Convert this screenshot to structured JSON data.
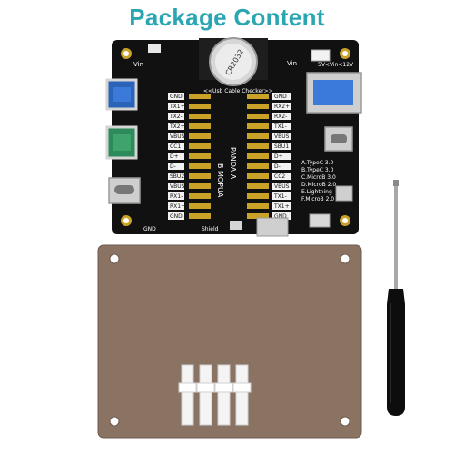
{
  "header": {
    "title": "Package Content"
  },
  "board": {
    "battery_label": "CR2032",
    "vin_label_left": "Vin",
    "vin_label_right": "Vin",
    "voltage_label": "5V<Vin<12V",
    "checker_label": "<<Usb Cable Checker>>",
    "side_a": "PANDA A",
    "side_b": "B MOPUA",
    "pins_left": [
      "GND",
      "TX1+",
      "TX2-",
      "TX2+",
      "VBUS",
      "CC1",
      "D+",
      "D-",
      "SBU2",
      "VBUS",
      "RX1-",
      "RX1+",
      "GND"
    ],
    "pins_right": [
      "GND",
      "RX2+",
      "RX2-",
      "TX1-",
      "VBUS",
      "SBU1",
      "D+",
      "D-",
      "CC2",
      "VBUS",
      "TX1-",
      "TX1+",
      "GND"
    ],
    "legend": [
      "A.TypeC 3.0",
      "B.TypeC 3.0",
      "C.MicroB 3.0",
      "D.MicroB 2.0",
      "E.Lightning",
      "F.MicroB 2.0"
    ],
    "bottom_labels": [
      "GND",
      "Shield"
    ]
  },
  "colors": {
    "title": "#2aa6b3",
    "pcb": "#111111",
    "copper": "#c9a227",
    "acrylic_plate": "#8b7363",
    "screwdriver_handle": "#0d0d0d"
  }
}
